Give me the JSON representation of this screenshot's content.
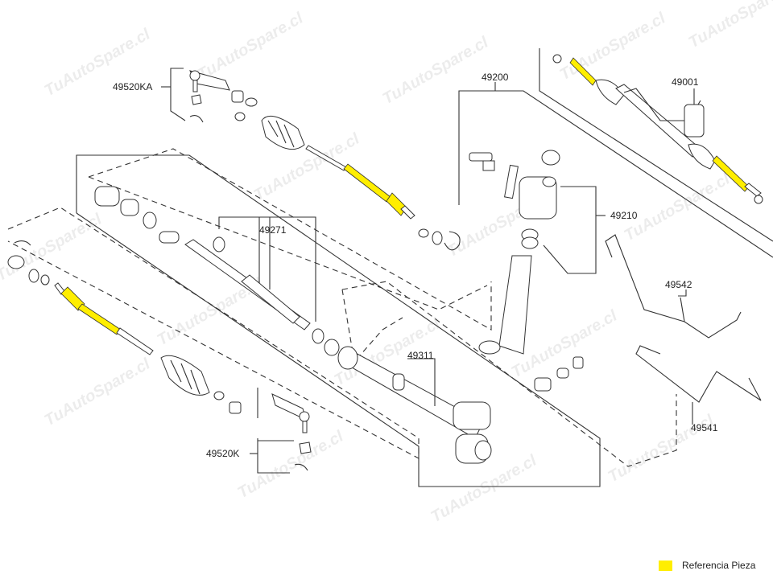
{
  "watermark": "TuAutoSpare.cl",
  "labels": {
    "p49520KA": "49520KA",
    "p49200": "49200",
    "p49001": "49001",
    "p49210": "49210",
    "p49271": "49271",
    "p49542": "49542",
    "p49311": "49311",
    "p49541": "49541",
    "p49520K": "49520K"
  },
  "legend": {
    "label": "Referencia Pieza",
    "color": "#ffee00"
  }
}
